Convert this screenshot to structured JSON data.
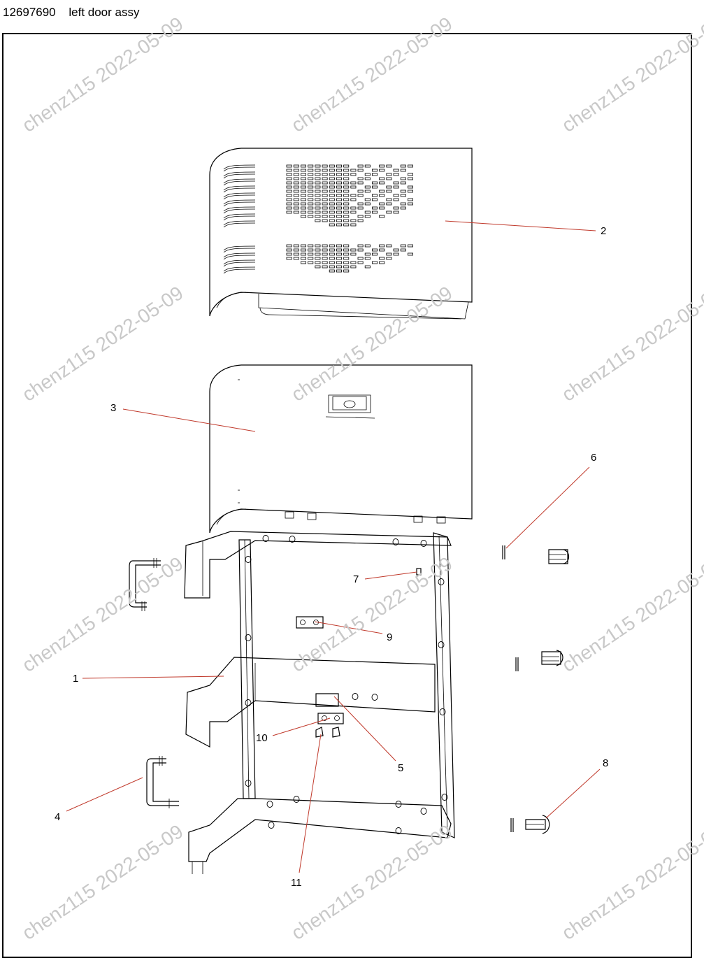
{
  "header": {
    "part_number": "12697690",
    "title": "left door assy"
  },
  "watermark": {
    "text": "chenz115 2022-05-09",
    "color": "#c8c8c8"
  },
  "callouts": [
    "1",
    "2",
    "3",
    "4",
    "5",
    "6",
    "7",
    "8",
    "9",
    "10",
    "11"
  ],
  "leader_color": "#c0392b",
  "footer": {
    "left": "",
    "right": ""
  }
}
